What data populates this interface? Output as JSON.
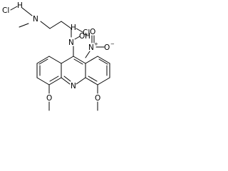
{
  "molecule": {
    "labels": {
      "cl_1": "Cl",
      "h_1": "H",
      "cl_2": "Cl",
      "h_2": "H",
      "n_amine": "N",
      "n_hydroxyl": "N",
      "o_hydroxyl": "O",
      "h_hydroxyl": "H",
      "n_nitro": "N",
      "nitro_plus": "+",
      "o_nitro_1": "O",
      "o_nitro_2": "O",
      "nitro_minus": "−",
      "n_ring": "N",
      "o_methoxy_left": "O",
      "o_methoxy_right": "O"
    },
    "colors": {
      "ink": "#000000",
      "background": "#ffffff"
    }
  }
}
